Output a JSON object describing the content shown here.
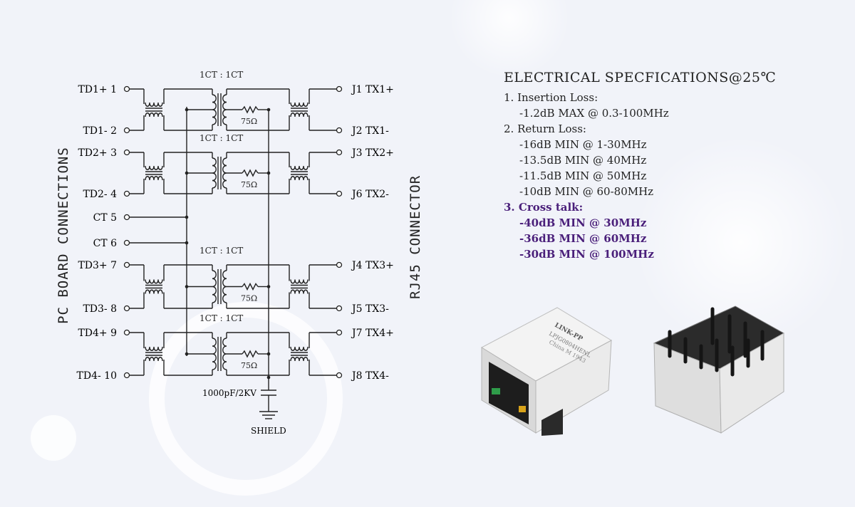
{
  "labels": {
    "pc_board": "PC BOARD CONNECTIONS",
    "rj45": "RJ45 CONNECTOR",
    "ratio": "1CT : 1CT",
    "resistor": "75Ω",
    "capacitor": "1000pF/2KV",
    "shield": "SHIELD"
  },
  "left_pins": [
    "TD1+ 1",
    "TD1- 2",
    "TD2+ 3",
    "TD2- 4",
    "CT 5",
    "CT 6",
    "TD3+ 7",
    "TD3- 8",
    "TD4+ 9",
    "TD4- 10"
  ],
  "right_pins": [
    "J1 TX1+",
    "J2 TX1-",
    "J3 TX2+",
    "J6 TX2-",
    "J4 TX3+",
    "J5 TX3-",
    "J7 TX4+",
    "J8 TX4-"
  ],
  "specs": {
    "title": "ELECTRICAL SPECFICATIONS@25℃",
    "items": [
      {
        "text": "1. Insertion Loss:",
        "indent": false,
        "highlight": false
      },
      {
        "text": "-1.2dB MAX @ 0.3-100MHz",
        "indent": true,
        "highlight": false
      },
      {
        "text": "2. Return Loss:",
        "indent": false,
        "highlight": false
      },
      {
        "text": "-16dB MIN @ 1-30MHz",
        "indent": true,
        "highlight": false
      },
      {
        "text": "-13.5dB MIN @ 40MHz",
        "indent": true,
        "highlight": false
      },
      {
        "text": "-11.5dB MIN @ 50MHz",
        "indent": true,
        "highlight": false
      },
      {
        "text": "-10dB MIN @ 60-80MHz",
        "indent": true,
        "highlight": false
      },
      {
        "text": "3. Cross talk:",
        "indent": false,
        "highlight": true
      },
      {
        "text": "-40dB MIN @ 30MHz",
        "indent": true,
        "highlight": true
      },
      {
        "text": "-36dB MIN @ 60MHz",
        "indent": true,
        "highlight": true
      },
      {
        "text": "-30dB MIN @ 100MHz",
        "indent": true,
        "highlight": true
      }
    ]
  },
  "product": {
    "brand": "LINK-PP",
    "part": "LPJG0804HENL",
    "origin": "China M 1943"
  },
  "colors": {
    "highlight": "#4a1f7a",
    "line": "#222222"
  }
}
